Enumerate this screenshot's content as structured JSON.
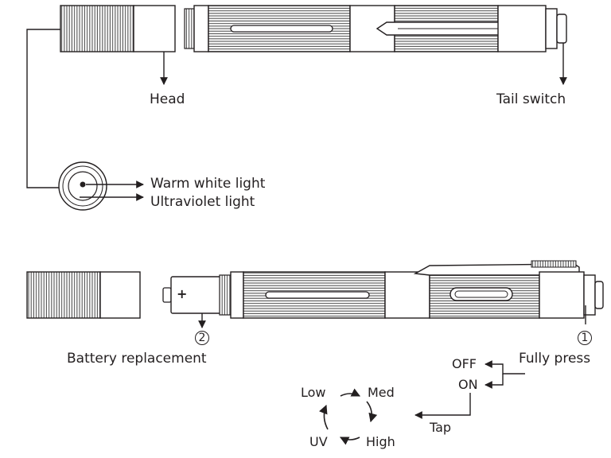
{
  "labels": {
    "head": "Head",
    "tail_switch": "Tail switch",
    "warm_white": "Warm white light",
    "ultraviolet": "Ultraviolet light",
    "battery_replacement": "Battery replacement",
    "step_two": "2",
    "step_one": "1",
    "fully_press": "Fully press",
    "off": "OFF",
    "on": "ON",
    "tap": "Tap",
    "battery_plus": "+"
  },
  "modes": {
    "low": "Low",
    "med": "Med",
    "high": "High",
    "uv": "UV"
  },
  "colors": {
    "line": "#231f20",
    "body_fill": "#f4f4f4",
    "knurl": "#8a8a8a"
  }
}
